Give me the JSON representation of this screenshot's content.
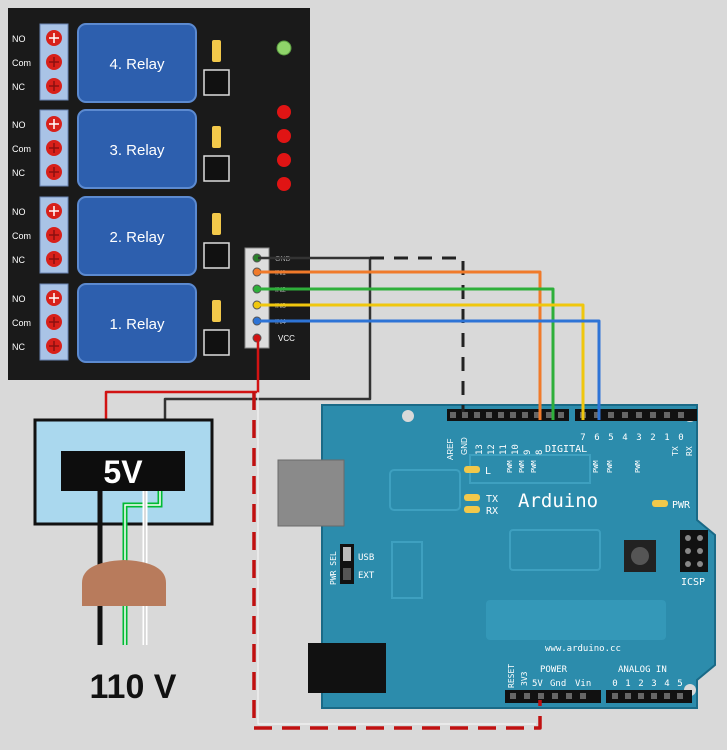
{
  "relay_module": {
    "channels": [
      {
        "label": "4. Relay",
        "terminals": [
          "NO",
          "Com",
          "NC"
        ]
      },
      {
        "label": "3. Relay",
        "terminals": [
          "NO",
          "Com",
          "NC"
        ]
      },
      {
        "label": "2. Relay",
        "terminals": [
          "NO",
          "Com",
          "NC"
        ]
      },
      {
        "label": "1. Relay",
        "terminals": [
          "NO",
          "Com",
          "NC"
        ]
      }
    ],
    "header_pins": [
      "GND",
      "IN1",
      "IN2",
      "IN3",
      "IN4",
      "VCC"
    ],
    "vcc_label": "VCC",
    "status_leds": {
      "power": "#8fd46a",
      "channel": "#e01414"
    }
  },
  "power_supply": {
    "label": "5V",
    "mains_label": "110 V"
  },
  "arduino": {
    "brand": "Arduino",
    "url": "www.arduino.cc",
    "top_header": {
      "aref": "AREF",
      "gnd": "GND",
      "pins_high": [
        "13",
        "12",
        "11",
        "10",
        "9",
        "8"
      ],
      "pins_low": [
        "7",
        "6",
        "5",
        "4",
        "3",
        "2",
        "1",
        "0"
      ],
      "tx_rx": [
        "TX",
        "RX"
      ],
      "pwm": "PWM",
      "digital": "DIGITAL"
    },
    "leds": {
      "l": "L",
      "tx": "TX",
      "rx": "RX",
      "pwr": "PWR"
    },
    "pwr_sel": {
      "title": "PWR SEL",
      "usb": "USB",
      "ext": "EXT"
    },
    "icsp": "ICSP",
    "power_header": {
      "title": "POWER",
      "reset": "RESET",
      "v33": "3V3",
      "pins": [
        "5V",
        "Gnd",
        "Vin"
      ]
    },
    "analog_header": {
      "title": "ANALOG IN",
      "pins": [
        "0",
        "1",
        "2",
        "3",
        "4",
        "5"
      ]
    }
  },
  "colors": {
    "board": "#2c8cac",
    "board_dark": "#1a6a87",
    "relay_pcb": "#1a1a1a",
    "relay_block": "#2d5fae",
    "wire_gnd": "#333333",
    "wire_in1": "#f07a2a",
    "wire_in2": "#2eaf3a",
    "wire_in3": "#f0c70d",
    "wire_in4": "#2e74d6",
    "wire_vcc": "#d11313"
  }
}
